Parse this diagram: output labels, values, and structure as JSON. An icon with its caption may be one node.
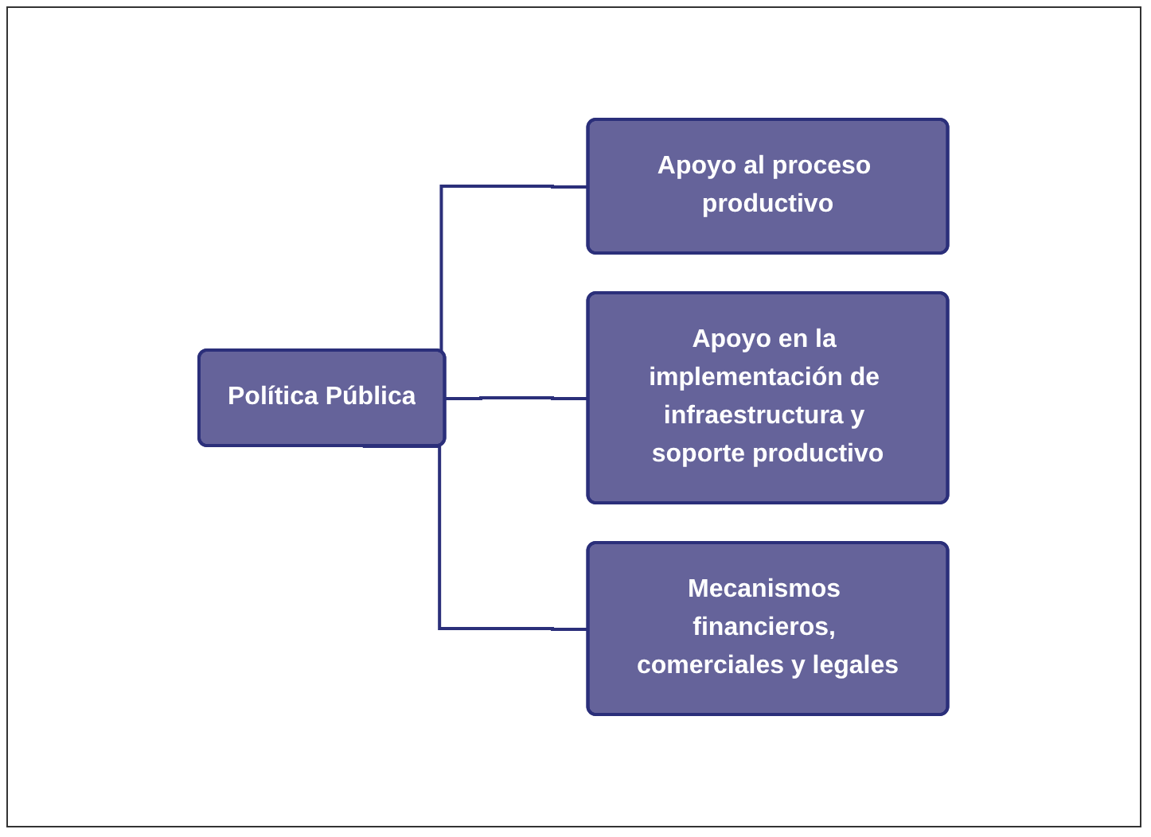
{
  "diagram": {
    "nodes": [
      {
        "text": [
          "Política Pública"
        ]
      },
      {
        "text": [
          "Apoyo al proceso productivo"
        ]
      },
      {
        "text": [
          "Apoyo en la implementación de infraestructura y soporte productivo"
        ]
      },
      {
        "text": [
          "Mecanismos financieros, comerciales y legales"
        ]
      }
    ],
    "edges": [
      {
        "from": 0,
        "to": 1,
        "arrow": "none"
      },
      {
        "from": 0,
        "to": 2,
        "arrow": "none"
      },
      {
        "from": 0,
        "to": 3,
        "arrow": "none"
      }
    ]
  }
}
